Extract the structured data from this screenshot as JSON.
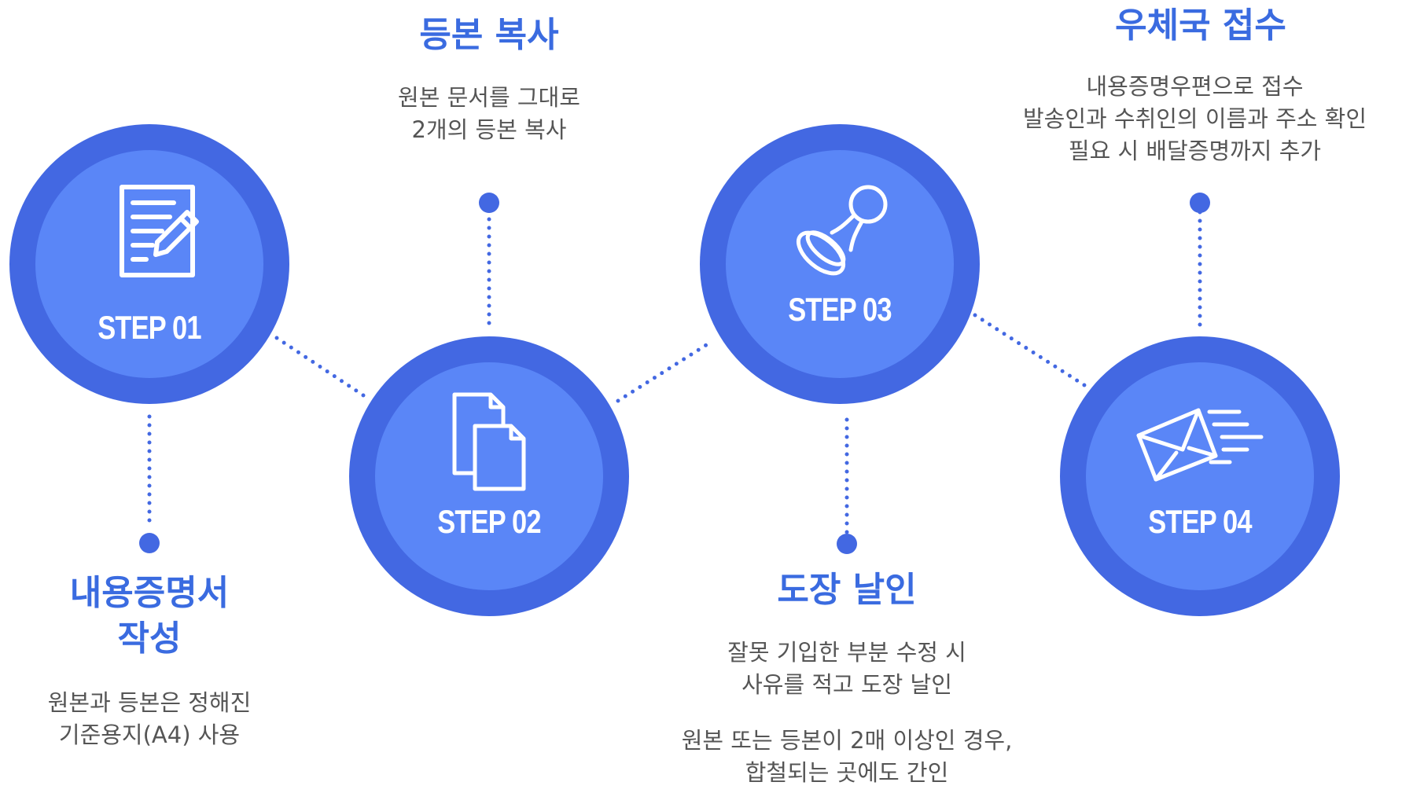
{
  "colors": {
    "outer": "#4368e2",
    "inner": "#5a86f7",
    "accent": "#3a6be0",
    "text": "#555555"
  },
  "steps": [
    {
      "label": "STEP 01",
      "icon": "document-edit-icon",
      "title": [
        "내용증명서",
        "작성"
      ],
      "desc": [
        "원본과 등본은 정해진",
        "기준용지(A4) 사용"
      ]
    },
    {
      "label": "STEP 02",
      "icon": "copy-documents-icon",
      "title": [
        "등본 복사"
      ],
      "desc": [
        "원본 문서를 그대로",
        "2개의 등본 복사"
      ]
    },
    {
      "label": "STEP 03",
      "icon": "stamp-icon",
      "title": [
        "도장 날인"
      ],
      "desc": [
        "잘못 기입한 부분 수정 시",
        "사유를 적고 도장 날인"
      ],
      "desc2": [
        "원본 또는 등본이 2매 이상인 경우,",
        "합철되는 곳에도 간인"
      ]
    },
    {
      "label": "STEP 04",
      "icon": "mail-sending-icon",
      "title": [
        "우체국 접수"
      ],
      "desc": [
        "내용증명우편으로 접수",
        "발송인과 수취인의 이름과 주소 확인",
        "필요 시 배달증명까지 추가"
      ]
    }
  ]
}
